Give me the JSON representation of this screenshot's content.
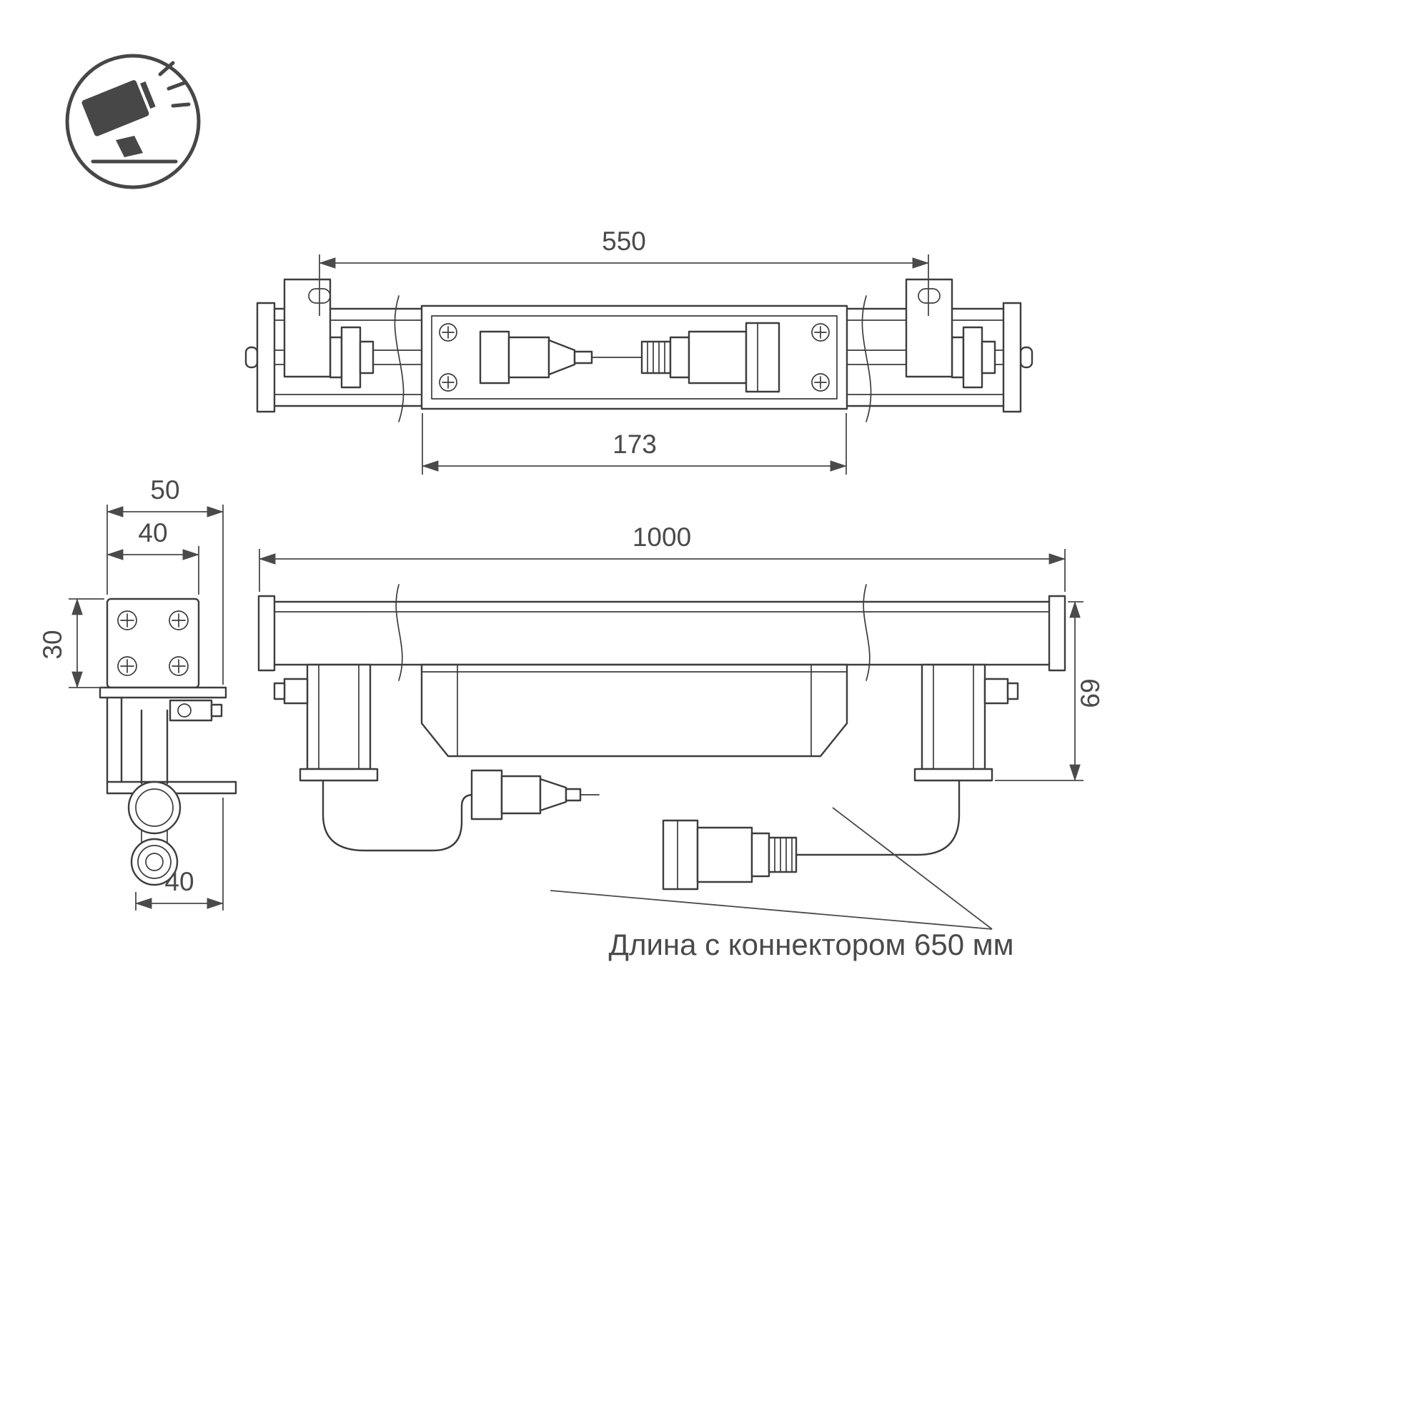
{
  "colors": {
    "line": "#3d3d3d",
    "text": "#4a4a4a",
    "background": "#ffffff"
  },
  "icon": {
    "name": "tilted-floodlight-on-stand"
  },
  "top_view": {
    "dim_bracket_spacing": "550",
    "dim_body_length": "173"
  },
  "front_view": {
    "dim_overall_length": "1000",
    "dim_height": "69"
  },
  "side_view": {
    "dim_overall_width": "50",
    "dim_bracket_width": "40",
    "dim_bracket_height": "30",
    "dim_foot_depth": "40"
  },
  "note": {
    "connector_length": "Длина с коннектором 650 мм"
  }
}
